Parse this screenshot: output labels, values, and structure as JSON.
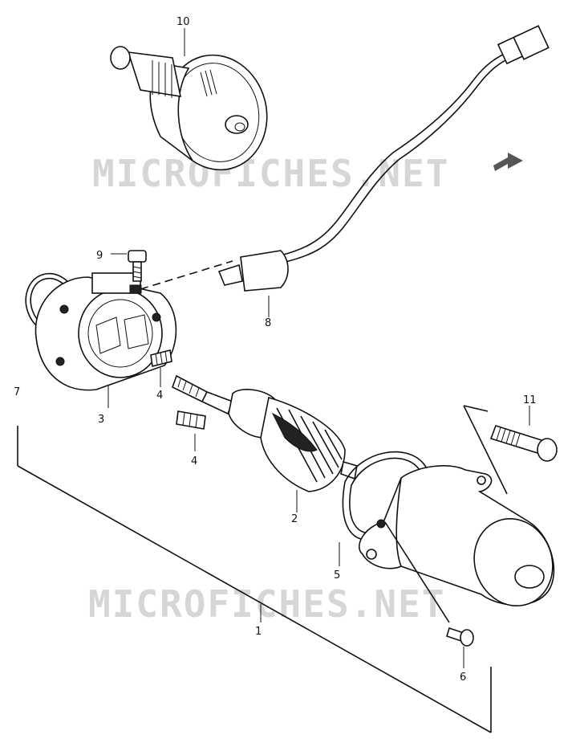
{
  "watermark": {
    "text": "MICROFICHES.NET"
  },
  "callouts": {
    "p1": "1",
    "p2": "2",
    "p3": "3",
    "p4a": "4",
    "p4b": "4",
    "p5": "5",
    "p6": "6",
    "p7": "7",
    "p8": "8",
    "p9": "9",
    "p10": "10",
    "p11": "11"
  },
  "colors": {
    "line": "#111111",
    "watermark": "#d6d6d6",
    "background": "#ffffff"
  }
}
